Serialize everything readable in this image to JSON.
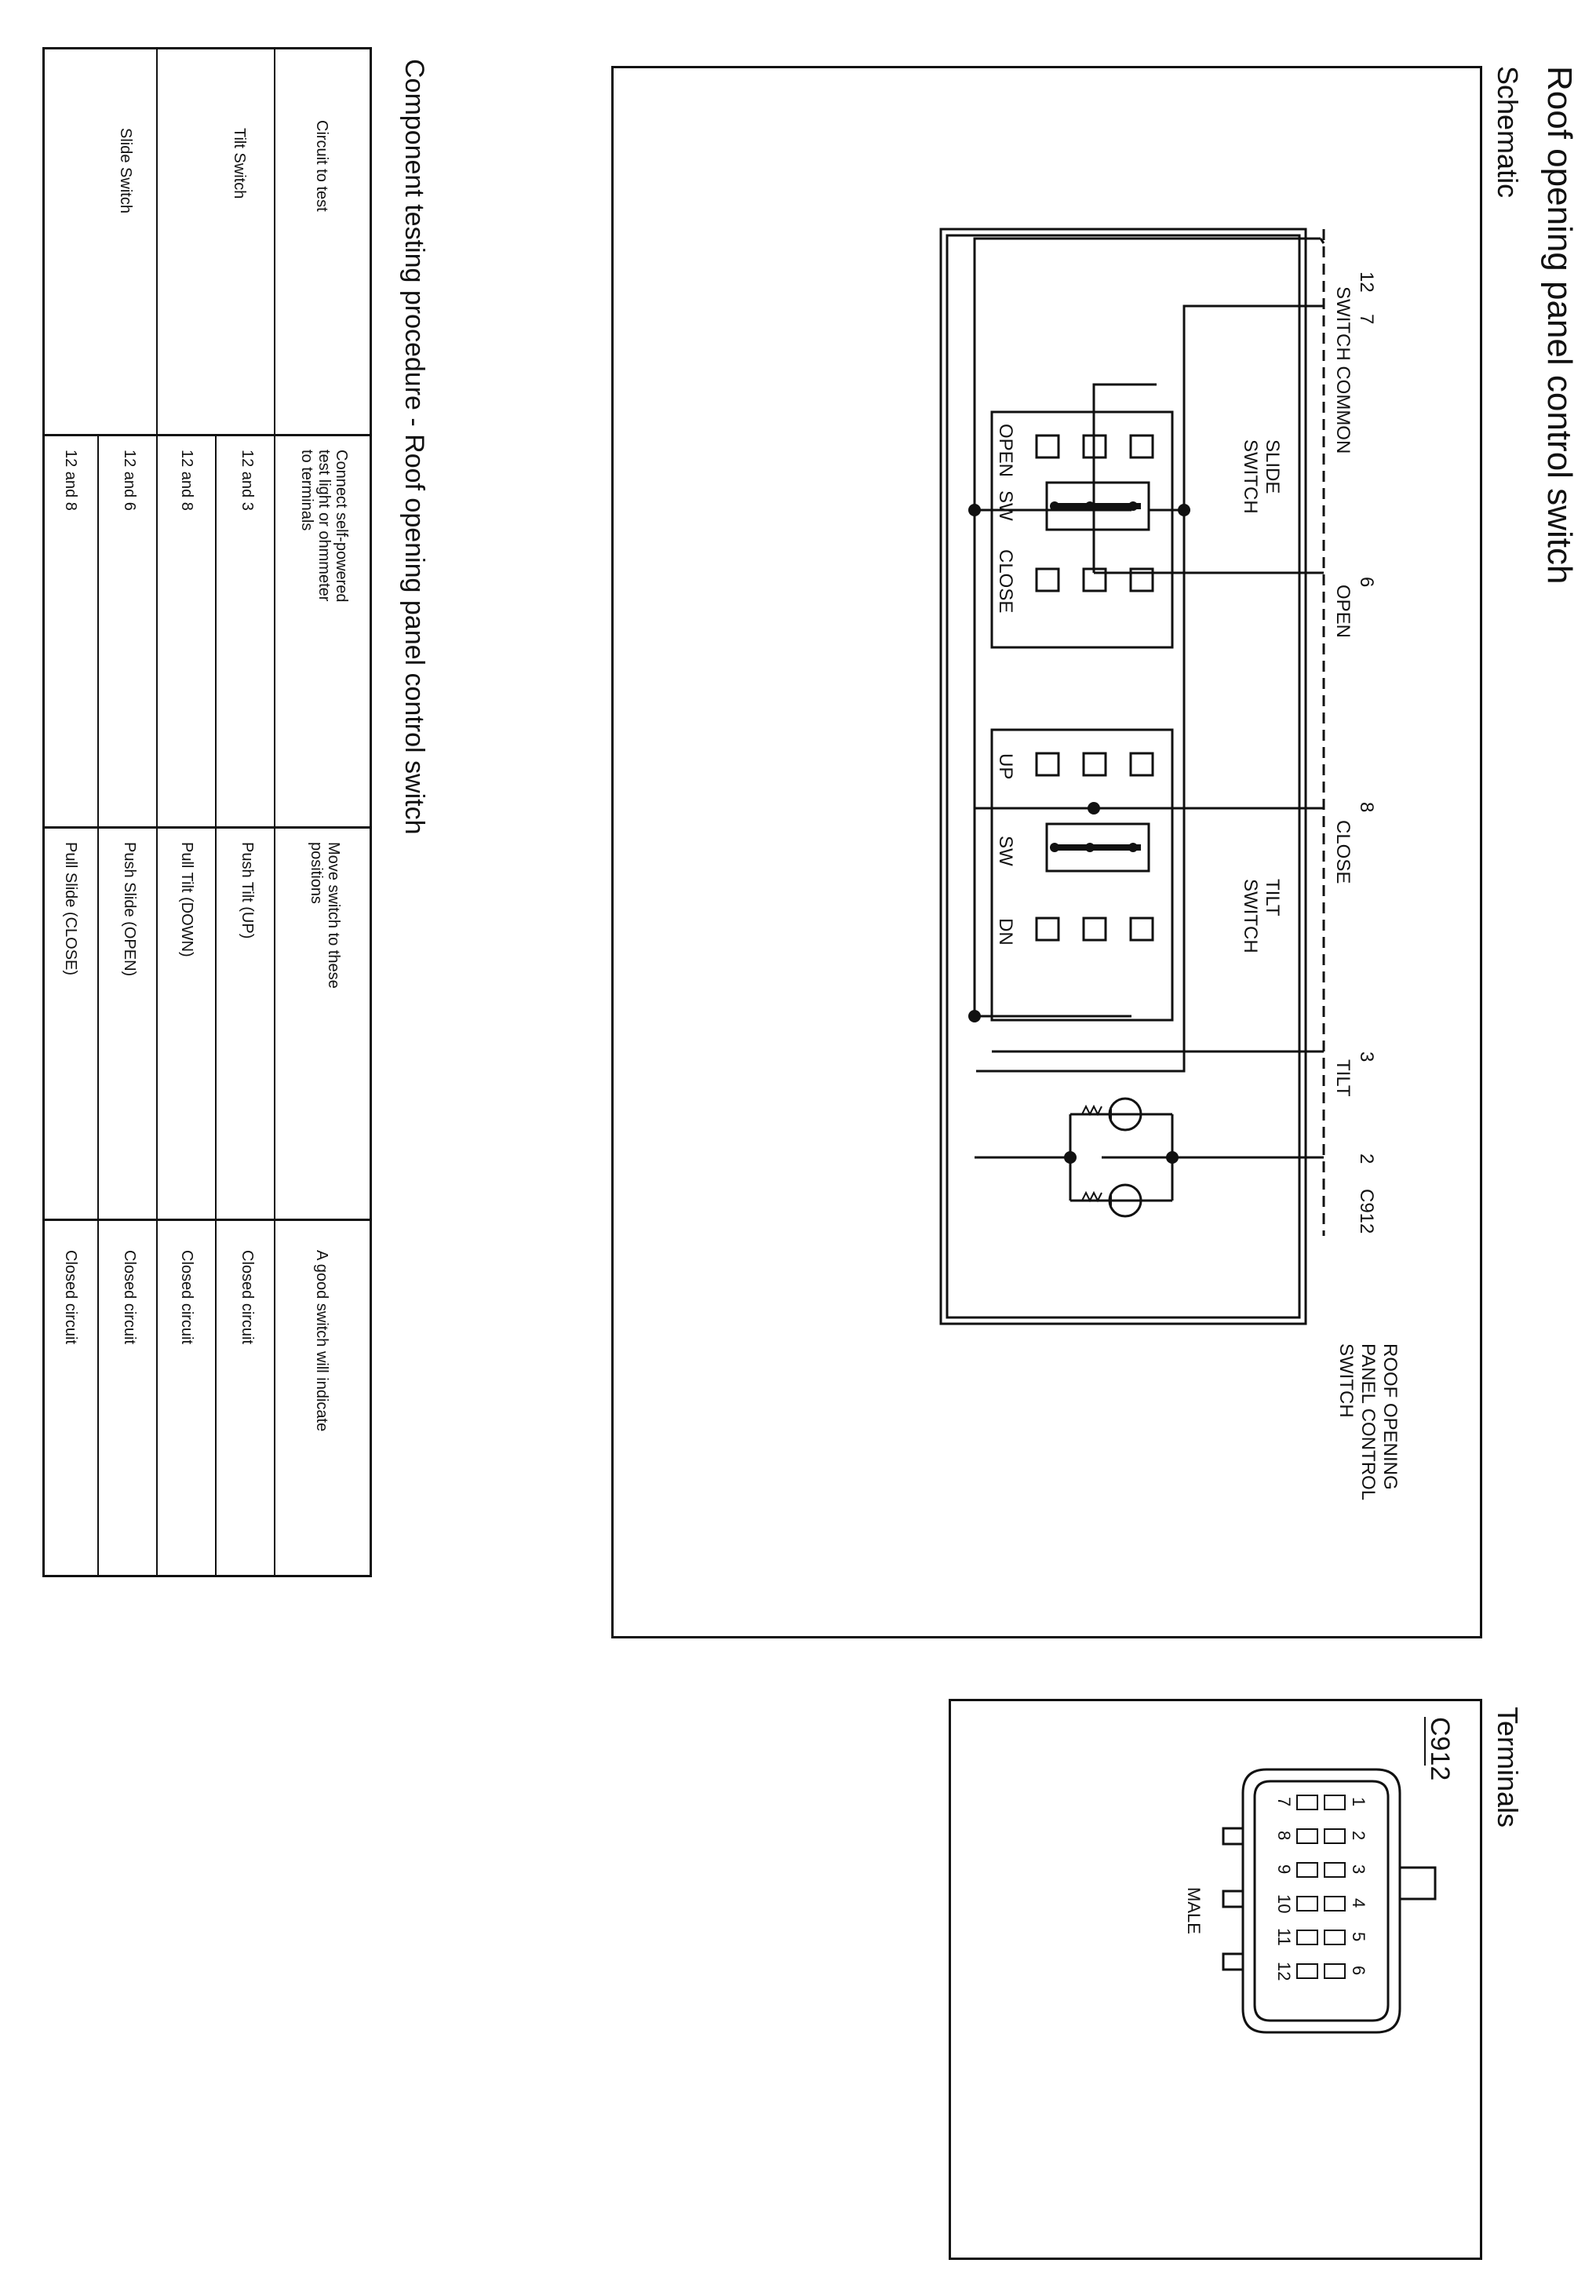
{
  "page_title": "Roof opening panel control switch",
  "schematic": {
    "heading": "Schematic",
    "component_label": [
      "ROOF OPENING",
      "PANEL CONTROL",
      "SWITCH"
    ],
    "connector": "C912",
    "pins": {
      "p12": "12",
      "p7": "7",
      "p6": "6",
      "p8": "8",
      "p3": "3",
      "p2": "2"
    },
    "wire_labels": {
      "switch_common": "SWITCH COMMON",
      "open": "OPEN",
      "close": "CLOSE",
      "tilt": "TILT"
    },
    "slide_switch": {
      "name": [
        "SLIDE",
        "SWITCH"
      ],
      "positions": [
        "OPEN",
        "SW",
        "CLOSE"
      ]
    },
    "tilt_switch": {
      "name": [
        "TILT",
        "SWITCH"
      ],
      "positions": [
        "UP",
        "SW",
        "DN"
      ]
    }
  },
  "terminals": {
    "heading": "Terminals",
    "connector": "C912",
    "gender": "MALE",
    "row_top": [
      "1",
      "2",
      "3",
      "4",
      "5",
      "6"
    ],
    "row_bottom": [
      "7",
      "8",
      "9",
      "10",
      "11",
      "12"
    ]
  },
  "testing_table": {
    "title": "Component testing procedure - Roof opening panel control switch",
    "headers": {
      "circuit": "Circuit to test",
      "terminals": [
        "Connect self-powered",
        "test light or ohmmeter",
        "to terminals"
      ],
      "positions": [
        "Move switch to these",
        "positions"
      ],
      "result": "A good switch will indicate"
    },
    "rows": [
      {
        "circuit": "Tilt Switch",
        "terminals": "12 and 3",
        "position": "Push Tilt (UP)",
        "result": "Closed circuit"
      },
      {
        "circuit": "",
        "terminals": "12 and 8",
        "position": "Pull Tilt (DOWN)",
        "result": "Closed circuit"
      },
      {
        "circuit": "Slide Switch",
        "terminals": "12 and 6",
        "position": "Push Slide (OPEN)",
        "result": "Closed circuit"
      },
      {
        "circuit": "",
        "terminals": "12 and 8",
        "position": "Pull Slide (CLOSE)",
        "result": "Closed circuit"
      }
    ]
  }
}
